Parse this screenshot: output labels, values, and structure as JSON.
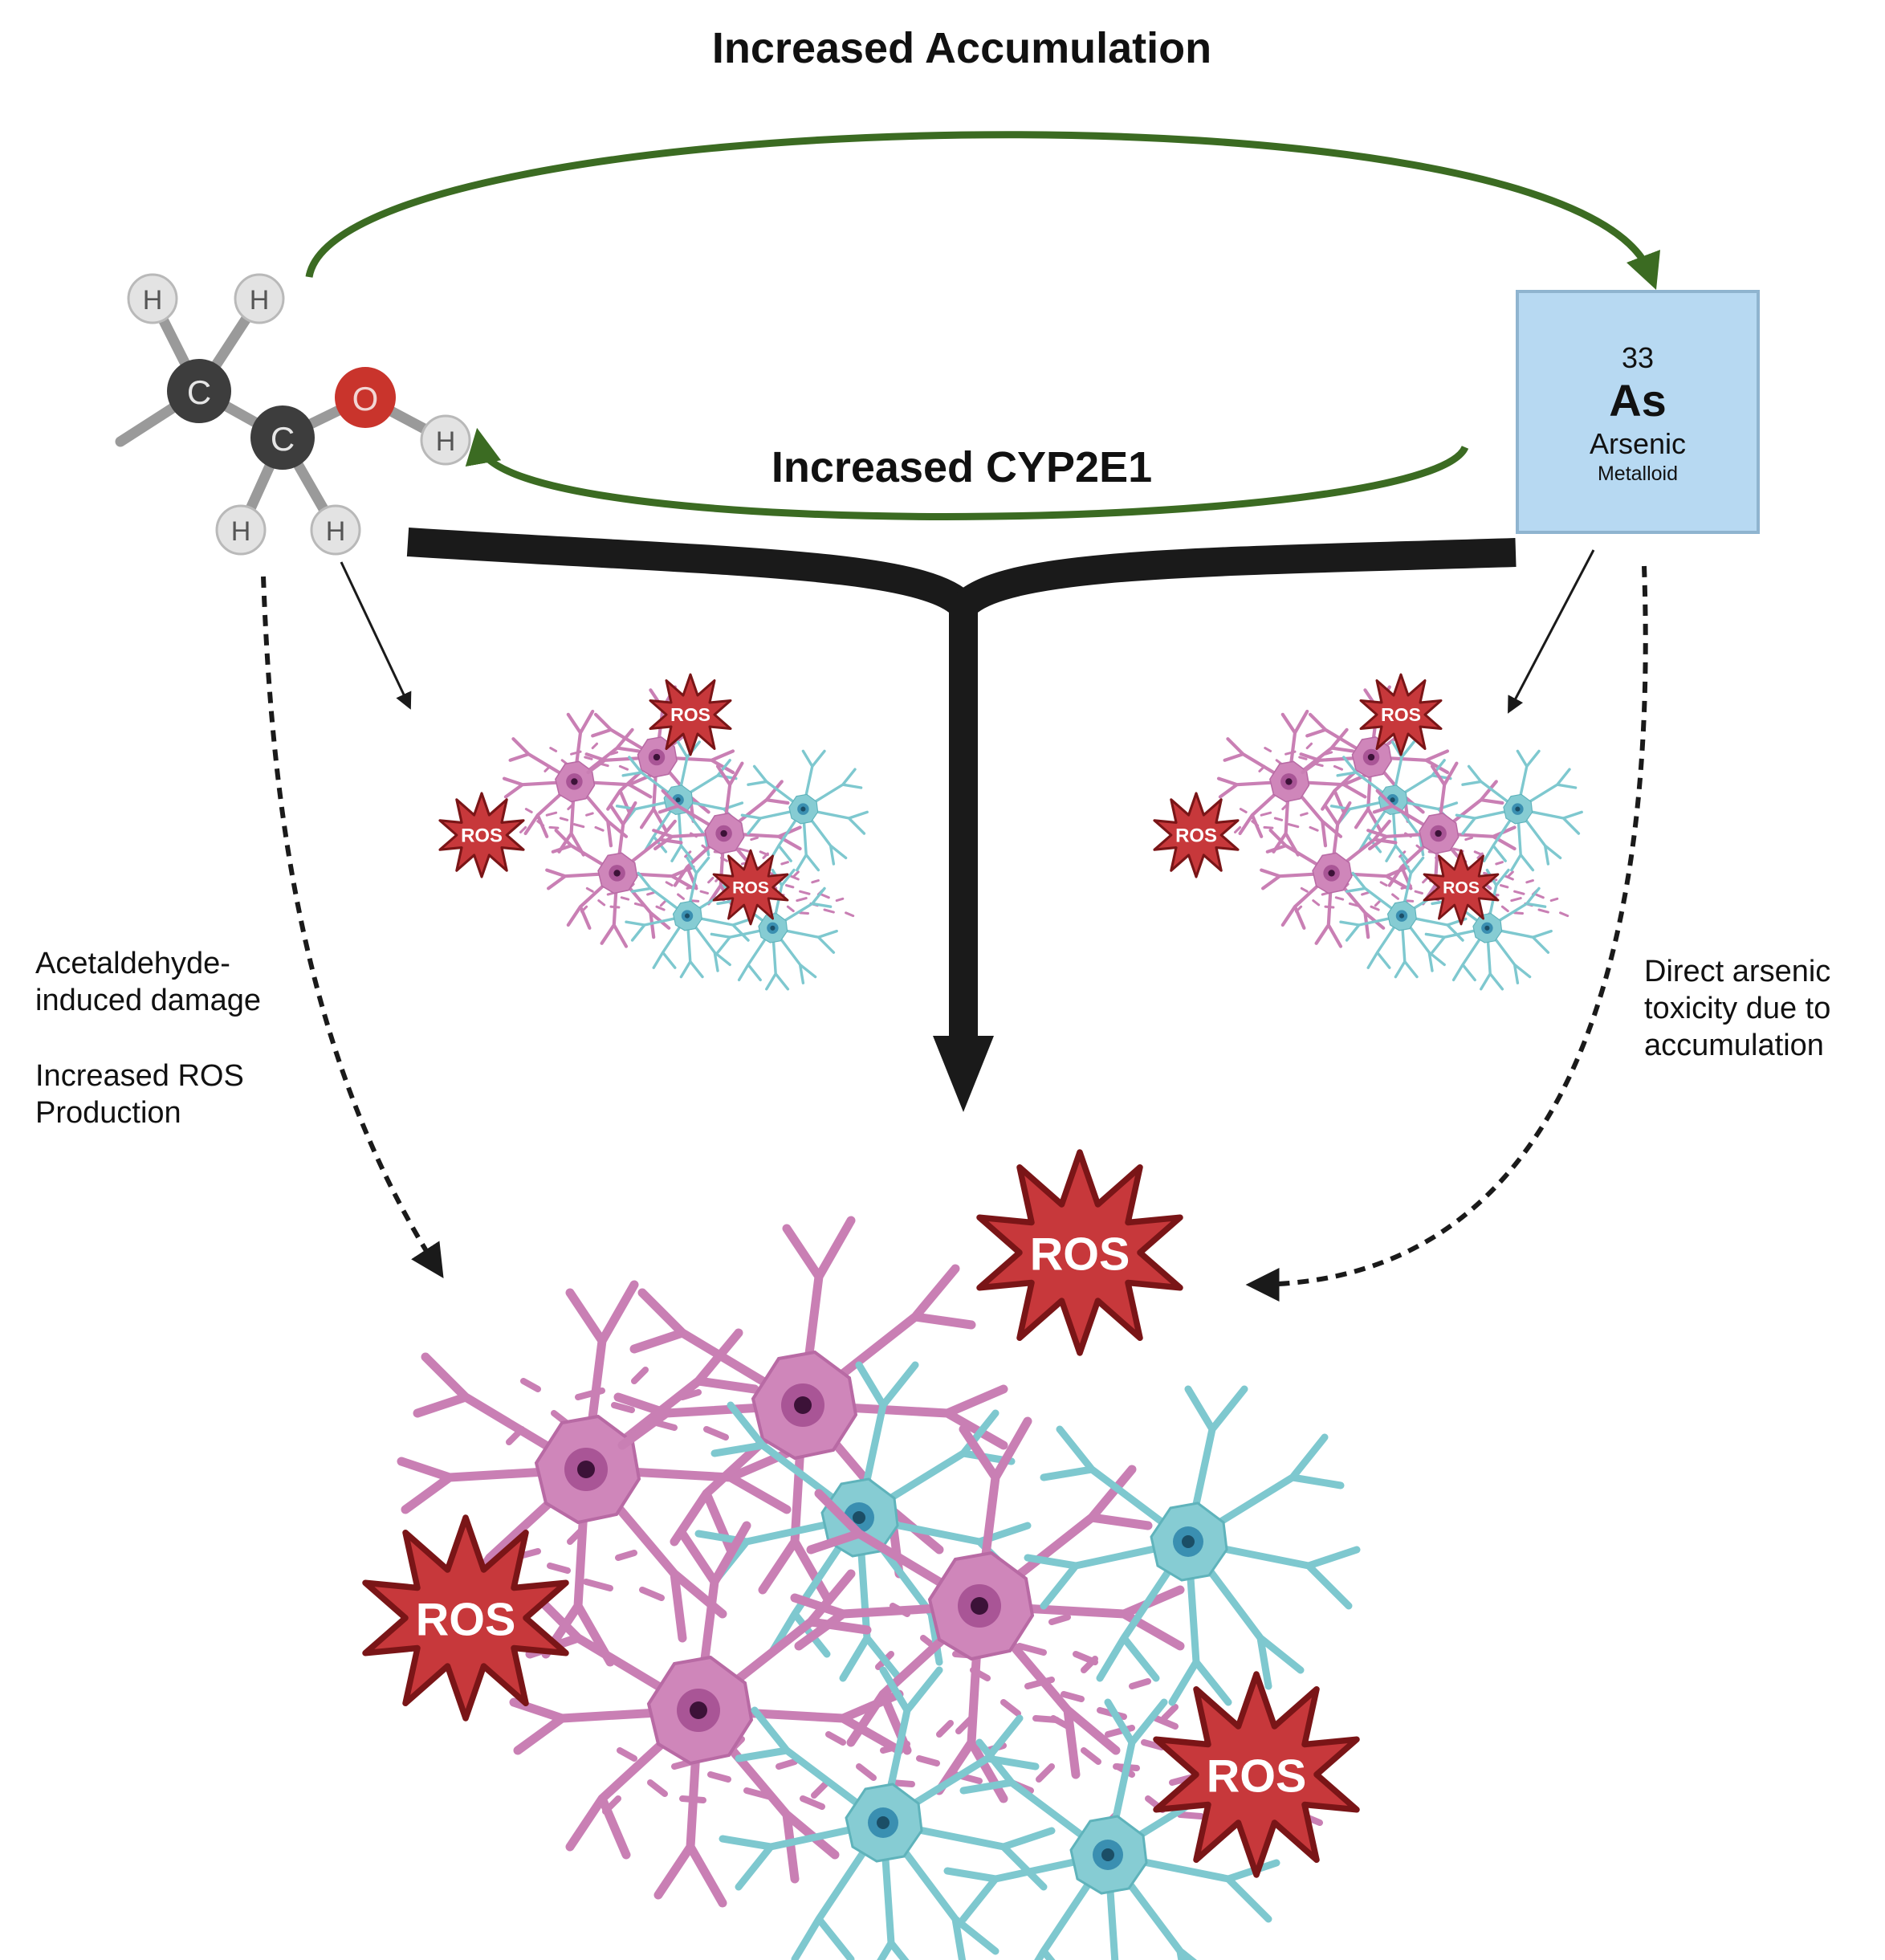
{
  "labels": {
    "increased_accumulation": "Increased Accumulation",
    "increased_cyp2e1": "Increased CYP2E1",
    "left_note_line1": "Acetaldehyde-",
    "left_note_line2": "induced damage",
    "left_note_line3": "Increased ROS",
    "left_note_line4": "Production",
    "right_note_line1": "Direct arsenic",
    "right_note_line2": "toxicity due to",
    "right_note_line3": "accumulation"
  },
  "element_tile": {
    "number": "33",
    "symbol": "As",
    "name": "Arsenic",
    "category": "Metalloid"
  },
  "molecule": {
    "atoms": {
      "hydrogen": "H",
      "carbon": "C",
      "oxygen": "O"
    }
  },
  "ros_label": "ROS",
  "colors": {
    "green_arrow": "#3b6b22",
    "black_arrow": "#1a1a1a",
    "ros_fill": "#c7383b",
    "ros_stroke": "#7a1517",
    "neuron_pink": "#c97fb4",
    "neuron_teal": "#7ec8cf",
    "tile_fill": "#b7d9f2",
    "oxygen": "#c9342c",
    "carbon": "#3d3d3d",
    "hydrogen": "#e3e3e3"
  }
}
